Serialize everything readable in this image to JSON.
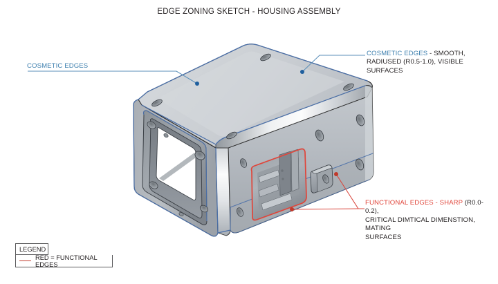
{
  "title": "EDGE ZONING SKETCH - HOUSING ASSEMBLY",
  "annotations": {
    "left": {
      "label": "COSMETIC EDGES"
    },
    "cosmetic": {
      "label": "COSMETIC EDGES",
      "separator": " - ",
      "line1_rest": "SMOOTH,",
      "line2": "RADIUSED (R0.5-1.0), VISIBLE SURFACES"
    },
    "functional": {
      "label": "FUNCTIONAL EDGES - SHARP",
      "line1_rest": " (R0.0-0.2),",
      "line2": "CRITICAL DIMTICAL DIMENSTION, MATING",
      "line3": "SURFACES"
    }
  },
  "legend": {
    "header": "LEGEND",
    "row_label": "RED = FUNCTIONAL EDGES",
    "swatch_icon": "red-line-swatch"
  },
  "colors": {
    "cosmetic_blue": "#3d7fae",
    "functional_red": "#e0453a",
    "legend_red": "#c0392b",
    "text": "#231f20",
    "body_light": "#d2d6da",
    "body_mid": "#b4b9be",
    "body_dark": "#8e949a",
    "edge_line": "#2b2b2b"
  }
}
